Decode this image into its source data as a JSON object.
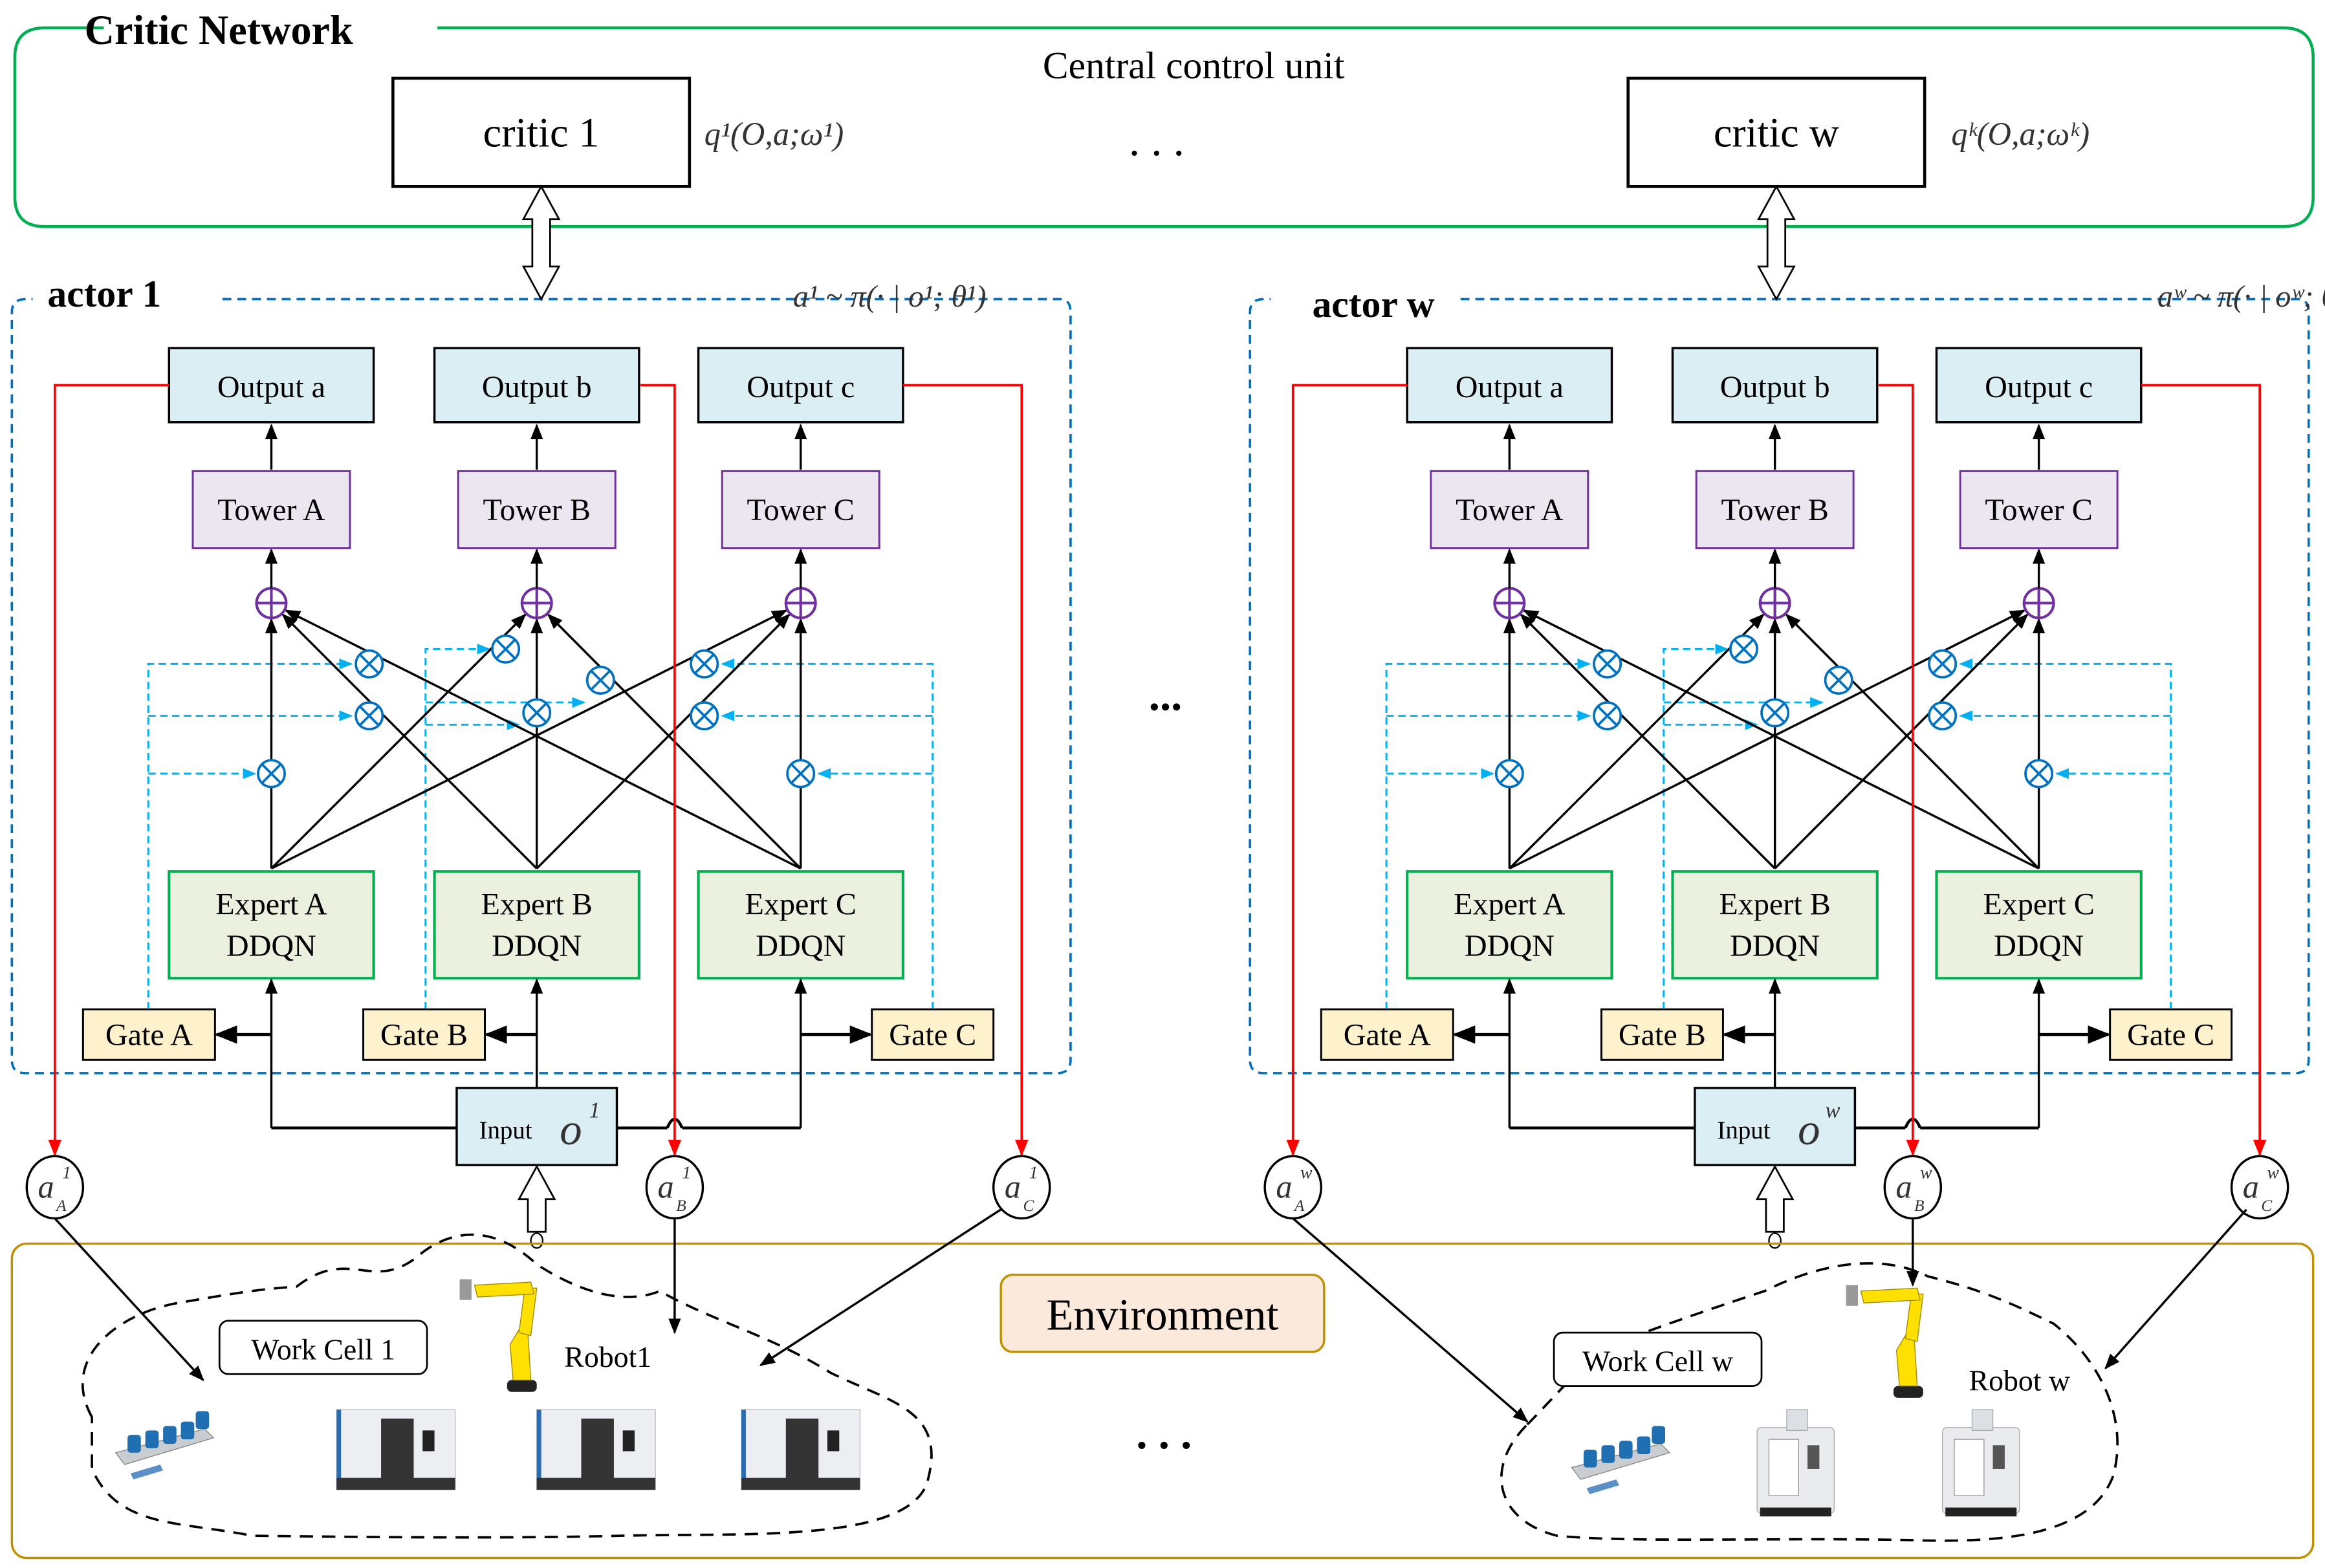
{
  "critic_network": {
    "title": "Critic Network",
    "subtitle": "Central control unit",
    "critics": [
      {
        "label": "critic 1",
        "formula": "q¹(O,a;ω¹)"
      },
      {
        "label": "critic w",
        "formula": "qᵏ(O,a;ωᵏ)"
      }
    ],
    "ellipsis": ". . ."
  },
  "actors": [
    {
      "title": "actor 1",
      "policy": "a¹ ~ π(· | o¹; θ¹)",
      "outputs": [
        "Output a",
        "Output b",
        "Output c"
      ],
      "towers": [
        "Tower A",
        "Tower B",
        "Tower C"
      ],
      "experts": [
        {
          "name": "Expert A",
          "type": "DDQN"
        },
        {
          "name": "Expert B",
          "type": "DDQN"
        },
        {
          "name": "Expert C",
          "type": "DDQN"
        }
      ],
      "gates": [
        "Gate A",
        "Gate B",
        "Gate C"
      ],
      "input": {
        "label": "Input",
        "symbol": "o",
        "sup": "1"
      },
      "actions": [
        {
          "base": "a",
          "sup": "1",
          "sub": "A"
        },
        {
          "base": "a",
          "sup": "1",
          "sub": "B"
        },
        {
          "base": "a",
          "sup": "1",
          "sub": "C"
        }
      ]
    },
    {
      "title": "actor w",
      "policy": "aʷ ~ π(· | oʷ; θʷ)",
      "outputs": [
        "Output a",
        "Output b",
        "Output c"
      ],
      "towers": [
        "Tower A",
        "Tower B",
        "Tower C"
      ],
      "experts": [
        {
          "name": "Expert A",
          "type": "DDQN"
        },
        {
          "name": "Expert B",
          "type": "DDQN"
        },
        {
          "name": "Expert C",
          "type": "DDQN"
        }
      ],
      "gates": [
        "Gate A",
        "Gate B",
        "Gate C"
      ],
      "input": {
        "label": "Input",
        "symbol": "o",
        "sup": "w"
      },
      "actions": [
        {
          "base": "a",
          "sup": "w",
          "sub": "A"
        },
        {
          "base": "a",
          "sup": "w",
          "sub": "B"
        },
        {
          "base": "a",
          "sup": "w",
          "sub": "C"
        }
      ]
    }
  ],
  "middle_ellipsis": "...",
  "environment": {
    "label": "Environment",
    "ellipsis": ". . .",
    "work_cells": [
      {
        "label": "Work Cell 1",
        "robot": "Robot1",
        "machines": [
          "conveyor",
          "lathe",
          "lathe",
          "lathe"
        ]
      },
      {
        "label": "Work Cell w",
        "robot": "Robot w",
        "machines": [
          "conveyor",
          "machining-center",
          "machining-center"
        ]
      }
    ]
  },
  "colors": {
    "critic_border": "#00b050",
    "actor_border": "#0070c0",
    "output_fill": "#daeef3",
    "tower_fill": "#ebe6f0",
    "tower_border": "#7030a0",
    "expert_fill": "#ebf1de",
    "expert_border": "#00b050",
    "gate_fill": "#fef2cc",
    "env_border": "#bf9000",
    "env_label_fill": "#fbe9dc",
    "action_arrow": "#ff0000",
    "gate_signal": "#00b0f0",
    "multiplier": "#0070c0",
    "adder": "#7030a0",
    "robot": "#ffe000"
  }
}
